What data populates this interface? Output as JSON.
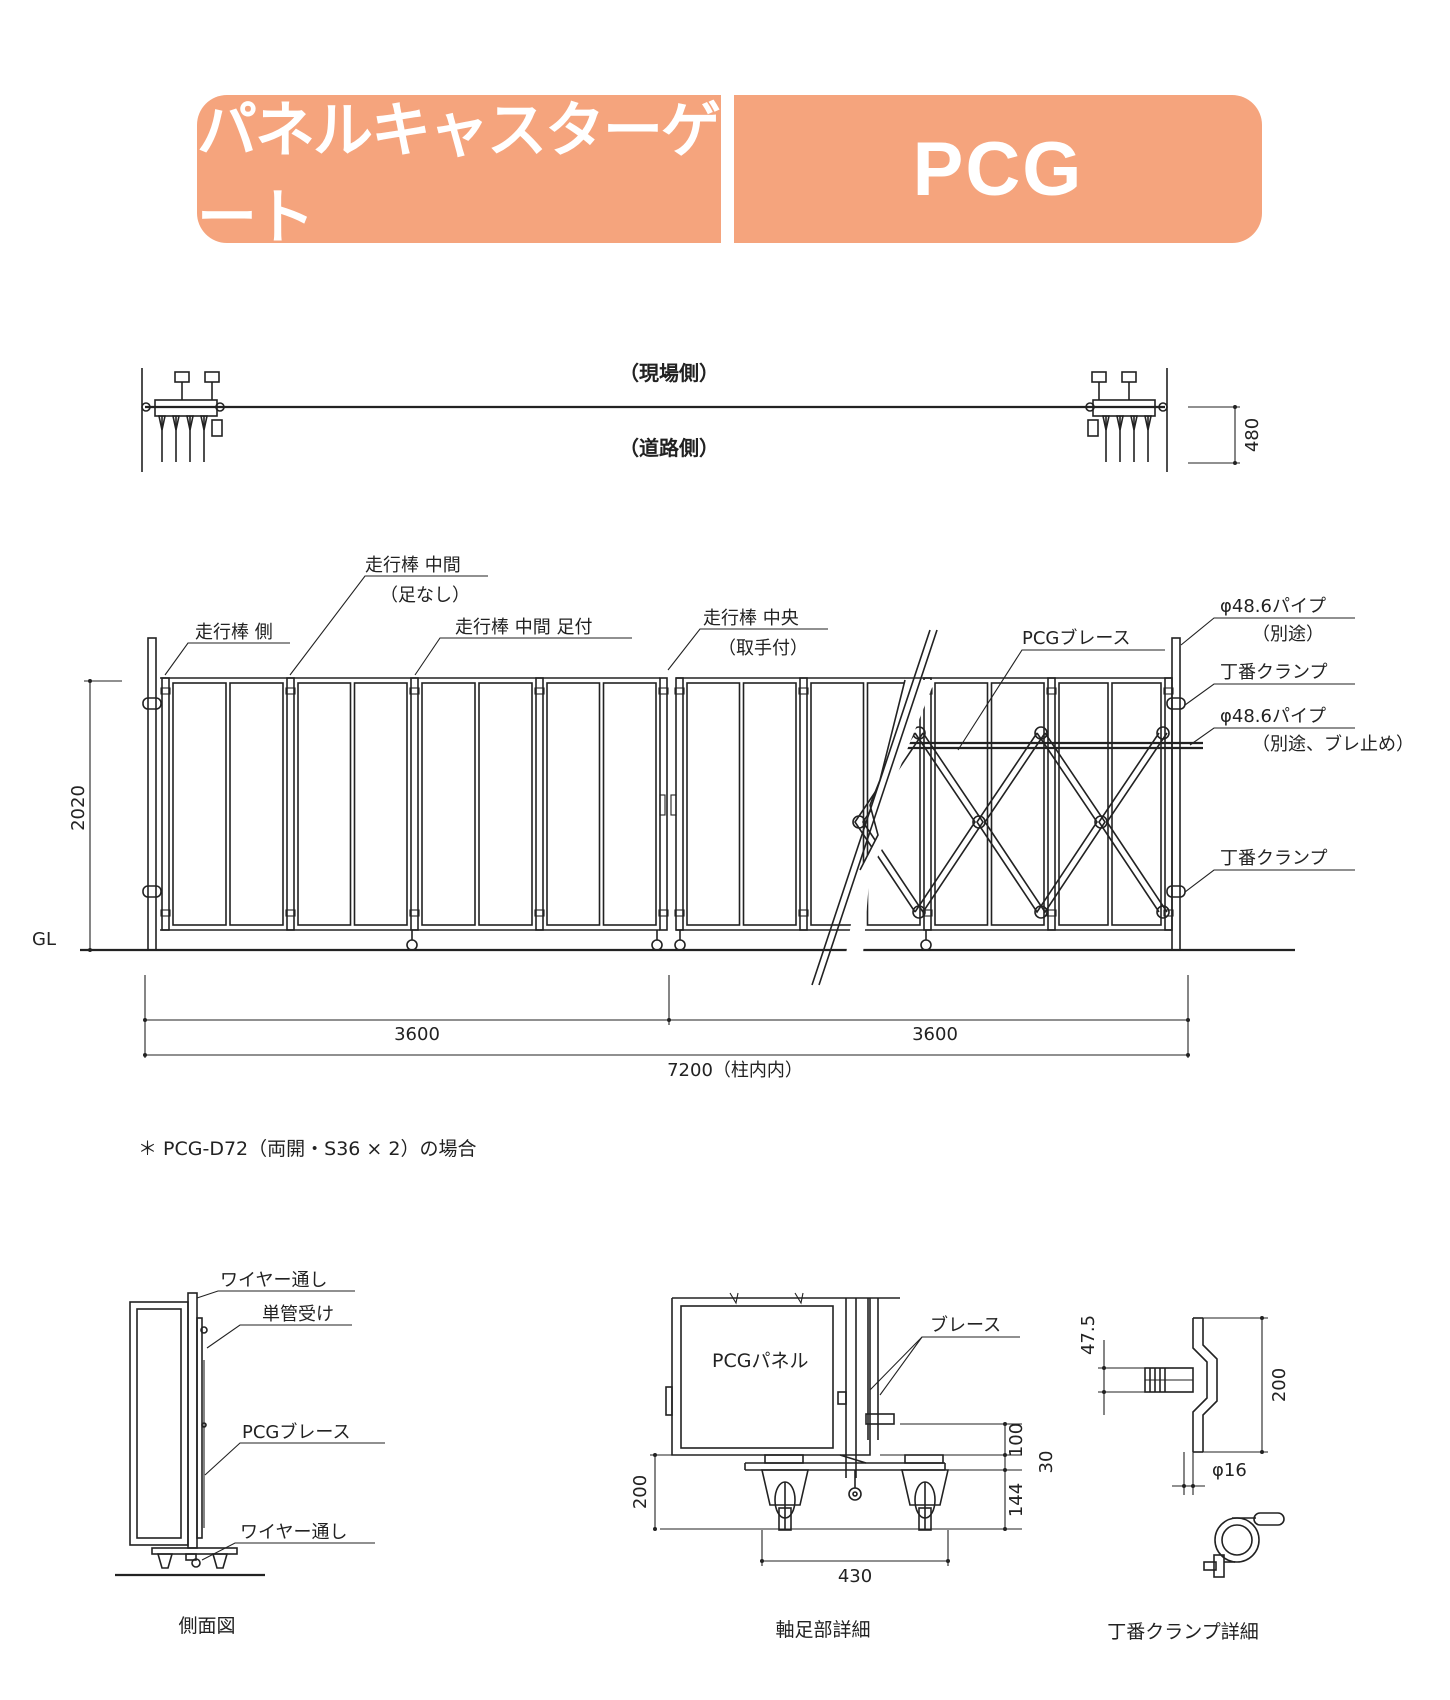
{
  "header": {
    "title_jp": "パネルキャスターゲート",
    "title_code": "PCG"
  },
  "plan_view": {
    "site_side": "（現場側）",
    "road_side": "（道路側）",
    "depth": "480"
  },
  "elevation": {
    "labels": {
      "runner_side": "走行棒 側",
      "runner_mid": "走行棒 中間",
      "runner_mid_note": "（足なし）",
      "runner_mid_foot": "走行棒 中間 足付",
      "runner_center": "走行棒 中央",
      "runner_center_note": "（取手付）",
      "pcg_brace": "PCGブレース",
      "pipe_1": "φ48.6パイプ",
      "pipe_1_note": "（別途）",
      "hinge_clamp_1": "丁番クランプ",
      "pipe_2": "φ48.6パイプ",
      "pipe_2_note": "（別途、ブレ止め）",
      "hinge_clamp_2": "丁番クランプ",
      "gl": "GL"
    },
    "dimensions": {
      "height": "2020",
      "left_width": "3600",
      "right_width": "3600",
      "total": "7200（柱内内）"
    },
    "note": "＊ PCG-D72（両開・S36 × 2）の場合"
  },
  "side_view": {
    "labels": {
      "wire_top": "ワイヤー通し",
      "pipe_holder": "単管受け",
      "brace": "PCGブレース",
      "wire_bottom": "ワイヤー通し"
    },
    "caption": "側面図"
  },
  "foot_detail": {
    "labels": {
      "panel": "PCGパネル",
      "brace": "ブレース"
    },
    "dimensions": {
      "d100": "100",
      "d30": "30",
      "d144": "144",
      "d200": "200",
      "d430": "430"
    },
    "caption": "軸足部詳細"
  },
  "hinge_detail": {
    "dimensions": {
      "d475": "47.5",
      "d200": "200",
      "phi16": "φ16"
    },
    "caption": "丁番クランプ詳細"
  }
}
